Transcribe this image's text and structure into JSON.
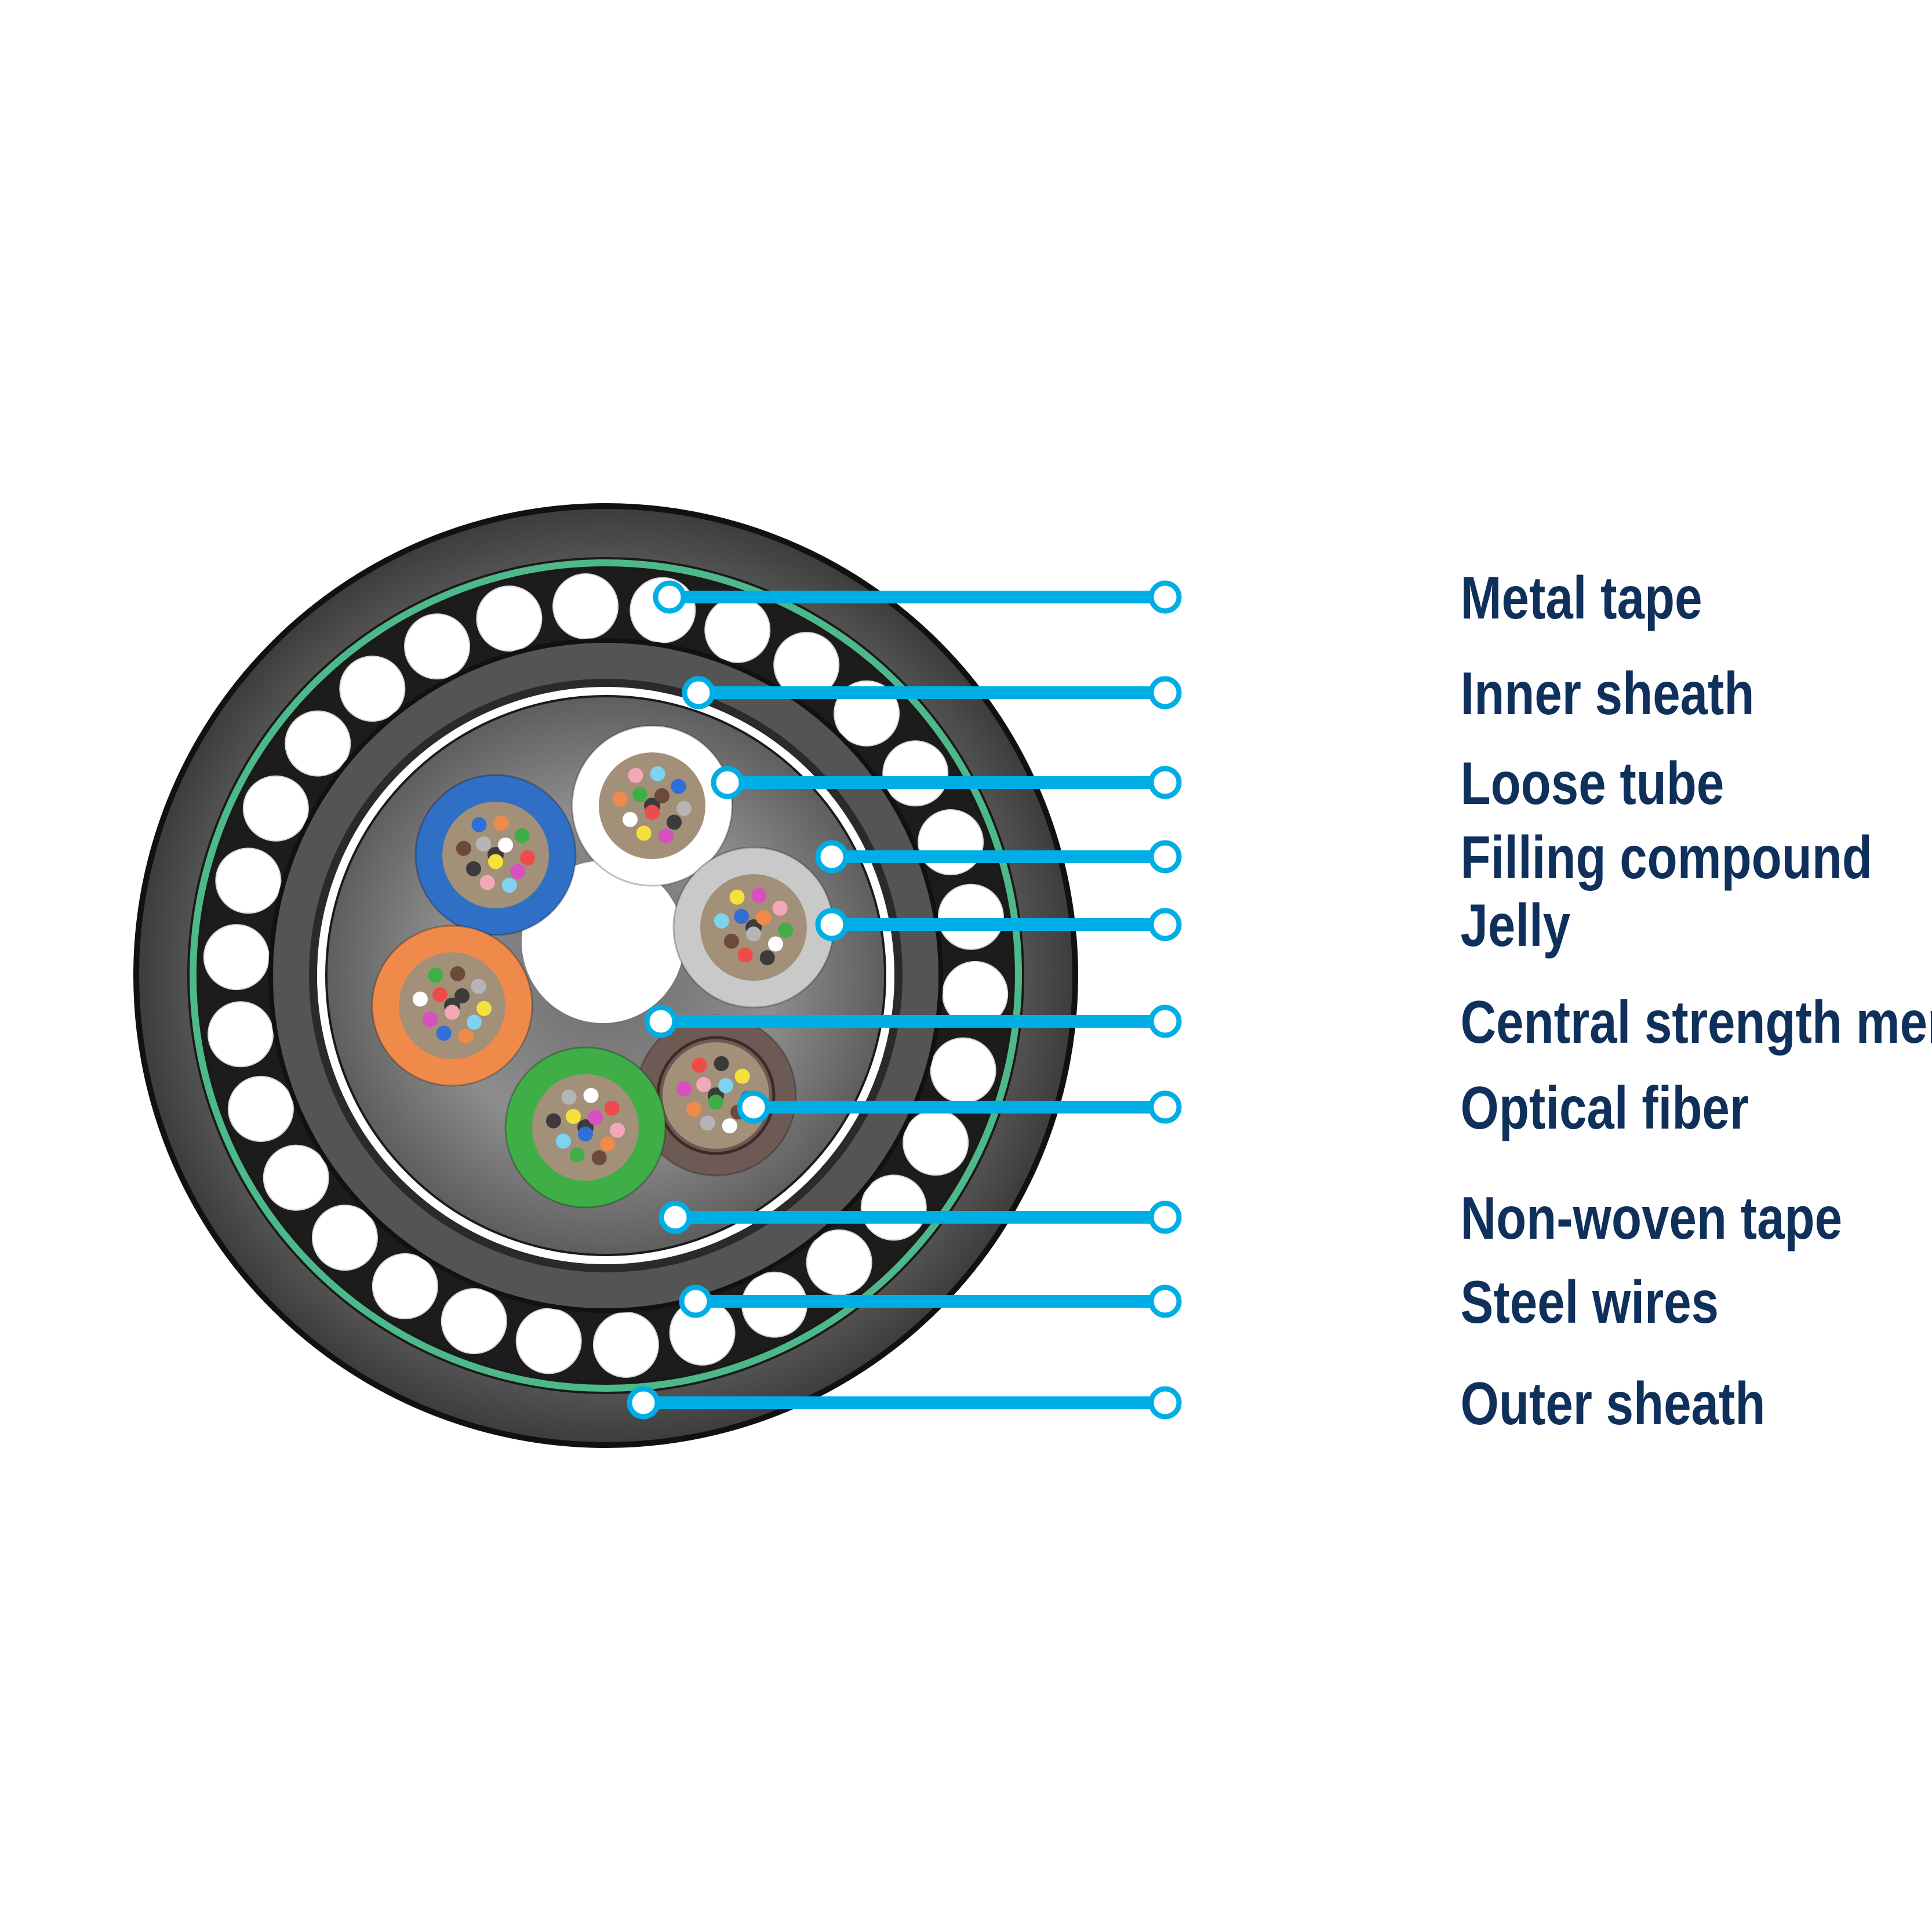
{
  "diagram": {
    "title": "Armored optical fiber cable cross-section",
    "callouts": [
      {
        "id": "metal-tape",
        "label": "Metal tape"
      },
      {
        "id": "inner-sheath",
        "label": "Inner sheath"
      },
      {
        "id": "loose-tube",
        "label": "Loose tube"
      },
      {
        "id": "filling-compound",
        "label": "Filling compound"
      },
      {
        "id": "jelly",
        "label": "Jelly"
      },
      {
        "id": "central-strength-member",
        "label": "Central strength member"
      },
      {
        "id": "optical-fiber",
        "label": "Optical fiber"
      },
      {
        "id": "non-woven-tape",
        "label": "Non-woven tape"
      },
      {
        "id": "steel-wires",
        "label": "Steel wires"
      },
      {
        "id": "outer-sheath",
        "label": "Outer sheath"
      }
    ],
    "colors": {
      "callout_line": "#00aee6",
      "label_text": "#10305c",
      "sheath": "#545454",
      "metal_tape": "#4db88a",
      "steel_wire": "#ffffff",
      "jelly": "#a39079",
      "filling": "#8a8a8a"
    },
    "loose_tubes": [
      {
        "name": "blue",
        "color": "#2f6fc6"
      },
      {
        "name": "white",
        "color": "#ffffff"
      },
      {
        "name": "grey",
        "color": "#c9c9c9"
      },
      {
        "name": "brown",
        "color": "#6e5a55"
      },
      {
        "name": "green",
        "color": "#3fae47"
      },
      {
        "name": "orange",
        "color": "#f08a4b"
      }
    ],
    "fiber_colors": [
      "#2f6fd6",
      "#f08a4b",
      "#3fae47",
      "#6b4a3a",
      "#b5b5b5",
      "#ffffff",
      "#ef4b4b",
      "#3b3b3b",
      "#f4e23a",
      "#d84fc0",
      "#f4a7b9",
      "#7fd3ef"
    ],
    "steel_wire_count": 30
  }
}
